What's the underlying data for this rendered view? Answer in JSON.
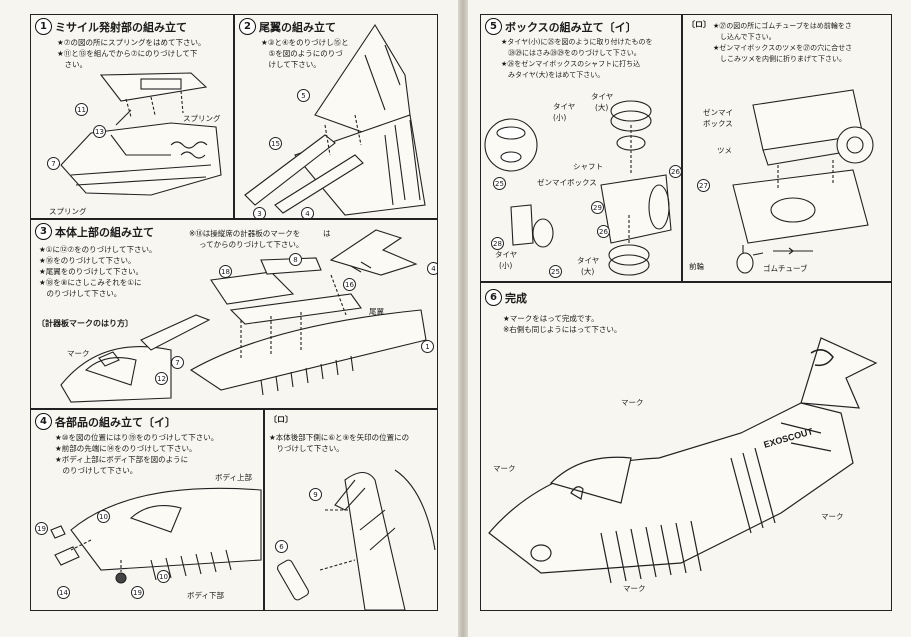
{
  "s1": {
    "num": "1",
    "title": "ミサイル発射部の組み立て",
    "lines": [
      "★⑦の図の所にスプリングをはめて下さい。",
      "★⑪と⑬を組んでから⑦にのりづけして下",
      "　さい。"
    ],
    "spring1": "スプリング",
    "spring2": "スプリング",
    "n11": "11",
    "n13": "13",
    "n7": "7"
  },
  "s2": {
    "num": "2",
    "title": "尾翼の組み立て",
    "lines": [
      "★③と④をのりづけし⑮と",
      "　⑤を図のようにのりづ",
      "　けして下さい。"
    ],
    "n5": "5",
    "n15": "15",
    "n3": "3",
    "n4": "4"
  },
  "s3": {
    "num": "3",
    "title": "本体上部の組み立て",
    "note": "※⑱は操縦席の計器板のマークを",
    "note2": "ってからのりづけして下さい。",
    "note_wa": "は",
    "lines": [
      "★①に⑫⑦をのりづけして下さい。",
      "★⑯をのりづけして下さい。",
      "★尾翼をのりづけして下さい。",
      "★⑱を⑧にさしこみそれを①に",
      "　のりづけして下さい。"
    ],
    "sub": "計器板マークのはり方",
    "mark": "マーク",
    "wing": "尾翼",
    "n18": "18",
    "n8": "8",
    "n16": "16",
    "n7": "7",
    "n12": "12",
    "n1": "1",
    "n4": "4"
  },
  "s4": {
    "num": "4",
    "title": "各部品の組み立て〔イ〕",
    "lines": [
      "★⑩を図の位置にはり⑲をのりづけして下さい。",
      "★前部の先端に⑭をのりづけして下さい。",
      "★ボディ上部にボディ下部を図のように",
      "　のりづけして下さい。"
    ],
    "upper": "ボディ上部",
    "lower": "ボディ下部",
    "n19a": "19",
    "n10a": "10",
    "n14": "14",
    "n10b": "10",
    "n19b": "19"
  },
  "s4b": {
    "head": "〔ロ〕",
    "lines": [
      "★本体後部下側に⑥と⑨を矢印の位置にの",
      "　りづけして下さい。"
    ],
    "n9": "9",
    "n6": "6"
  },
  "s5": {
    "num": "5",
    "title": "ボックスの組み立て〔イ〕",
    "lines": [
      "★タイヤ(小)に㉕を図のように取り付けたものを",
      "　㉘㉙にはさみ㉘㉙をのりづけして下さい。",
      "★㉖をゼンマイボックスのシャフトに打ち込",
      "　みタイヤ(大)をはめて下さい。"
    ],
    "tire_small": "タイヤ",
    "small": "(小)",
    "tire_large": "タイヤ",
    "large": "(大)",
    "shaft": "シャフト",
    "zbox": "ゼンマイボックス",
    "tire_small2": "タイヤ",
    "small2": "(小)",
    "tire_large2": "タイヤ",
    "large2": "(大)",
    "n25a": "25",
    "n26a": "26",
    "n29": "29",
    "n28": "28",
    "n25b": "25",
    "n26b": "26"
  },
  "s5b": {
    "head": "〔ロ〕",
    "lines": [
      "★㉗の図の所にゴムチューブをはめ前輪をさ",
      "　し込んで下さい。",
      "★ゼンマイボックスのツメを㉗の穴に合せさ",
      "　しこみツメを内側に折りまげて下さい。"
    ],
    "zbox1": "ゼンマイ",
    "zbox2": "ボックス",
    "claw": "ツメ",
    "front": "前輪",
    "tube": "ゴムチューブ",
    "n27": "27"
  },
  "s6": {
    "num": "6",
    "title": "完成",
    "lines": [
      "★マークをはって完成です。",
      "※右側も同じようにはって下さい。"
    ],
    "m1": "マーク",
    "m2": "マーク",
    "m3": "マーク",
    "m4": "マーク",
    "logo": "EXOSCOUT"
  }
}
